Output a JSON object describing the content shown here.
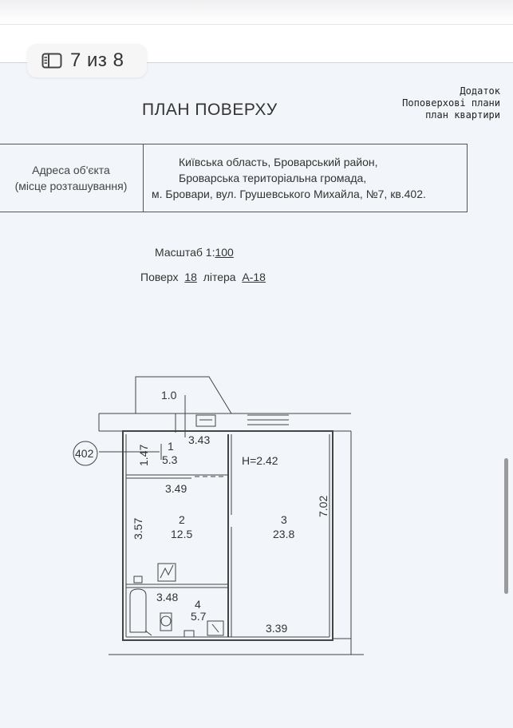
{
  "viewer": {
    "page_indicator": "7 из 8",
    "icon": "sidebar-toggle-icon"
  },
  "document": {
    "appendix": [
      "Додаток",
      "Поповерхові плани",
      "план квартири"
    ],
    "title": "ПЛАН ПОВЕРХУ",
    "address_label_line1": "Адреса об'єкта",
    "address_label_line2": "(місце розташування)",
    "address_line1": "Київська область, Броварський район,",
    "address_line2": "Броварська територіальна громада,",
    "address_line3": "м. Бровари, вул. Грушевського Михайла, №7, кв.402.",
    "scale_label": "Масштаб 1:",
    "scale_value": "100",
    "floor_label": "Поверх",
    "floor_value": "18",
    "litera_label": "літера",
    "litera_value": "А-18"
  },
  "plan": {
    "apartment_no": "402",
    "balcony_dim": "1.0",
    "dim_top": "3.43",
    "dim_1_47": "1.47",
    "room1_no": "1",
    "room1_area": "5.3",
    "height": "H=2.42",
    "dim_3_49": "3.49",
    "dim_7_02": "7.02",
    "dim_3_57": "3.57",
    "room2_no": "2",
    "room2_area": "12.5",
    "room3_no": "3",
    "room3_area": "23.8",
    "dim_3_48": "3.48",
    "room4_no": "4",
    "room4_area": "5.7",
    "dim_3_39": "3.39"
  }
}
